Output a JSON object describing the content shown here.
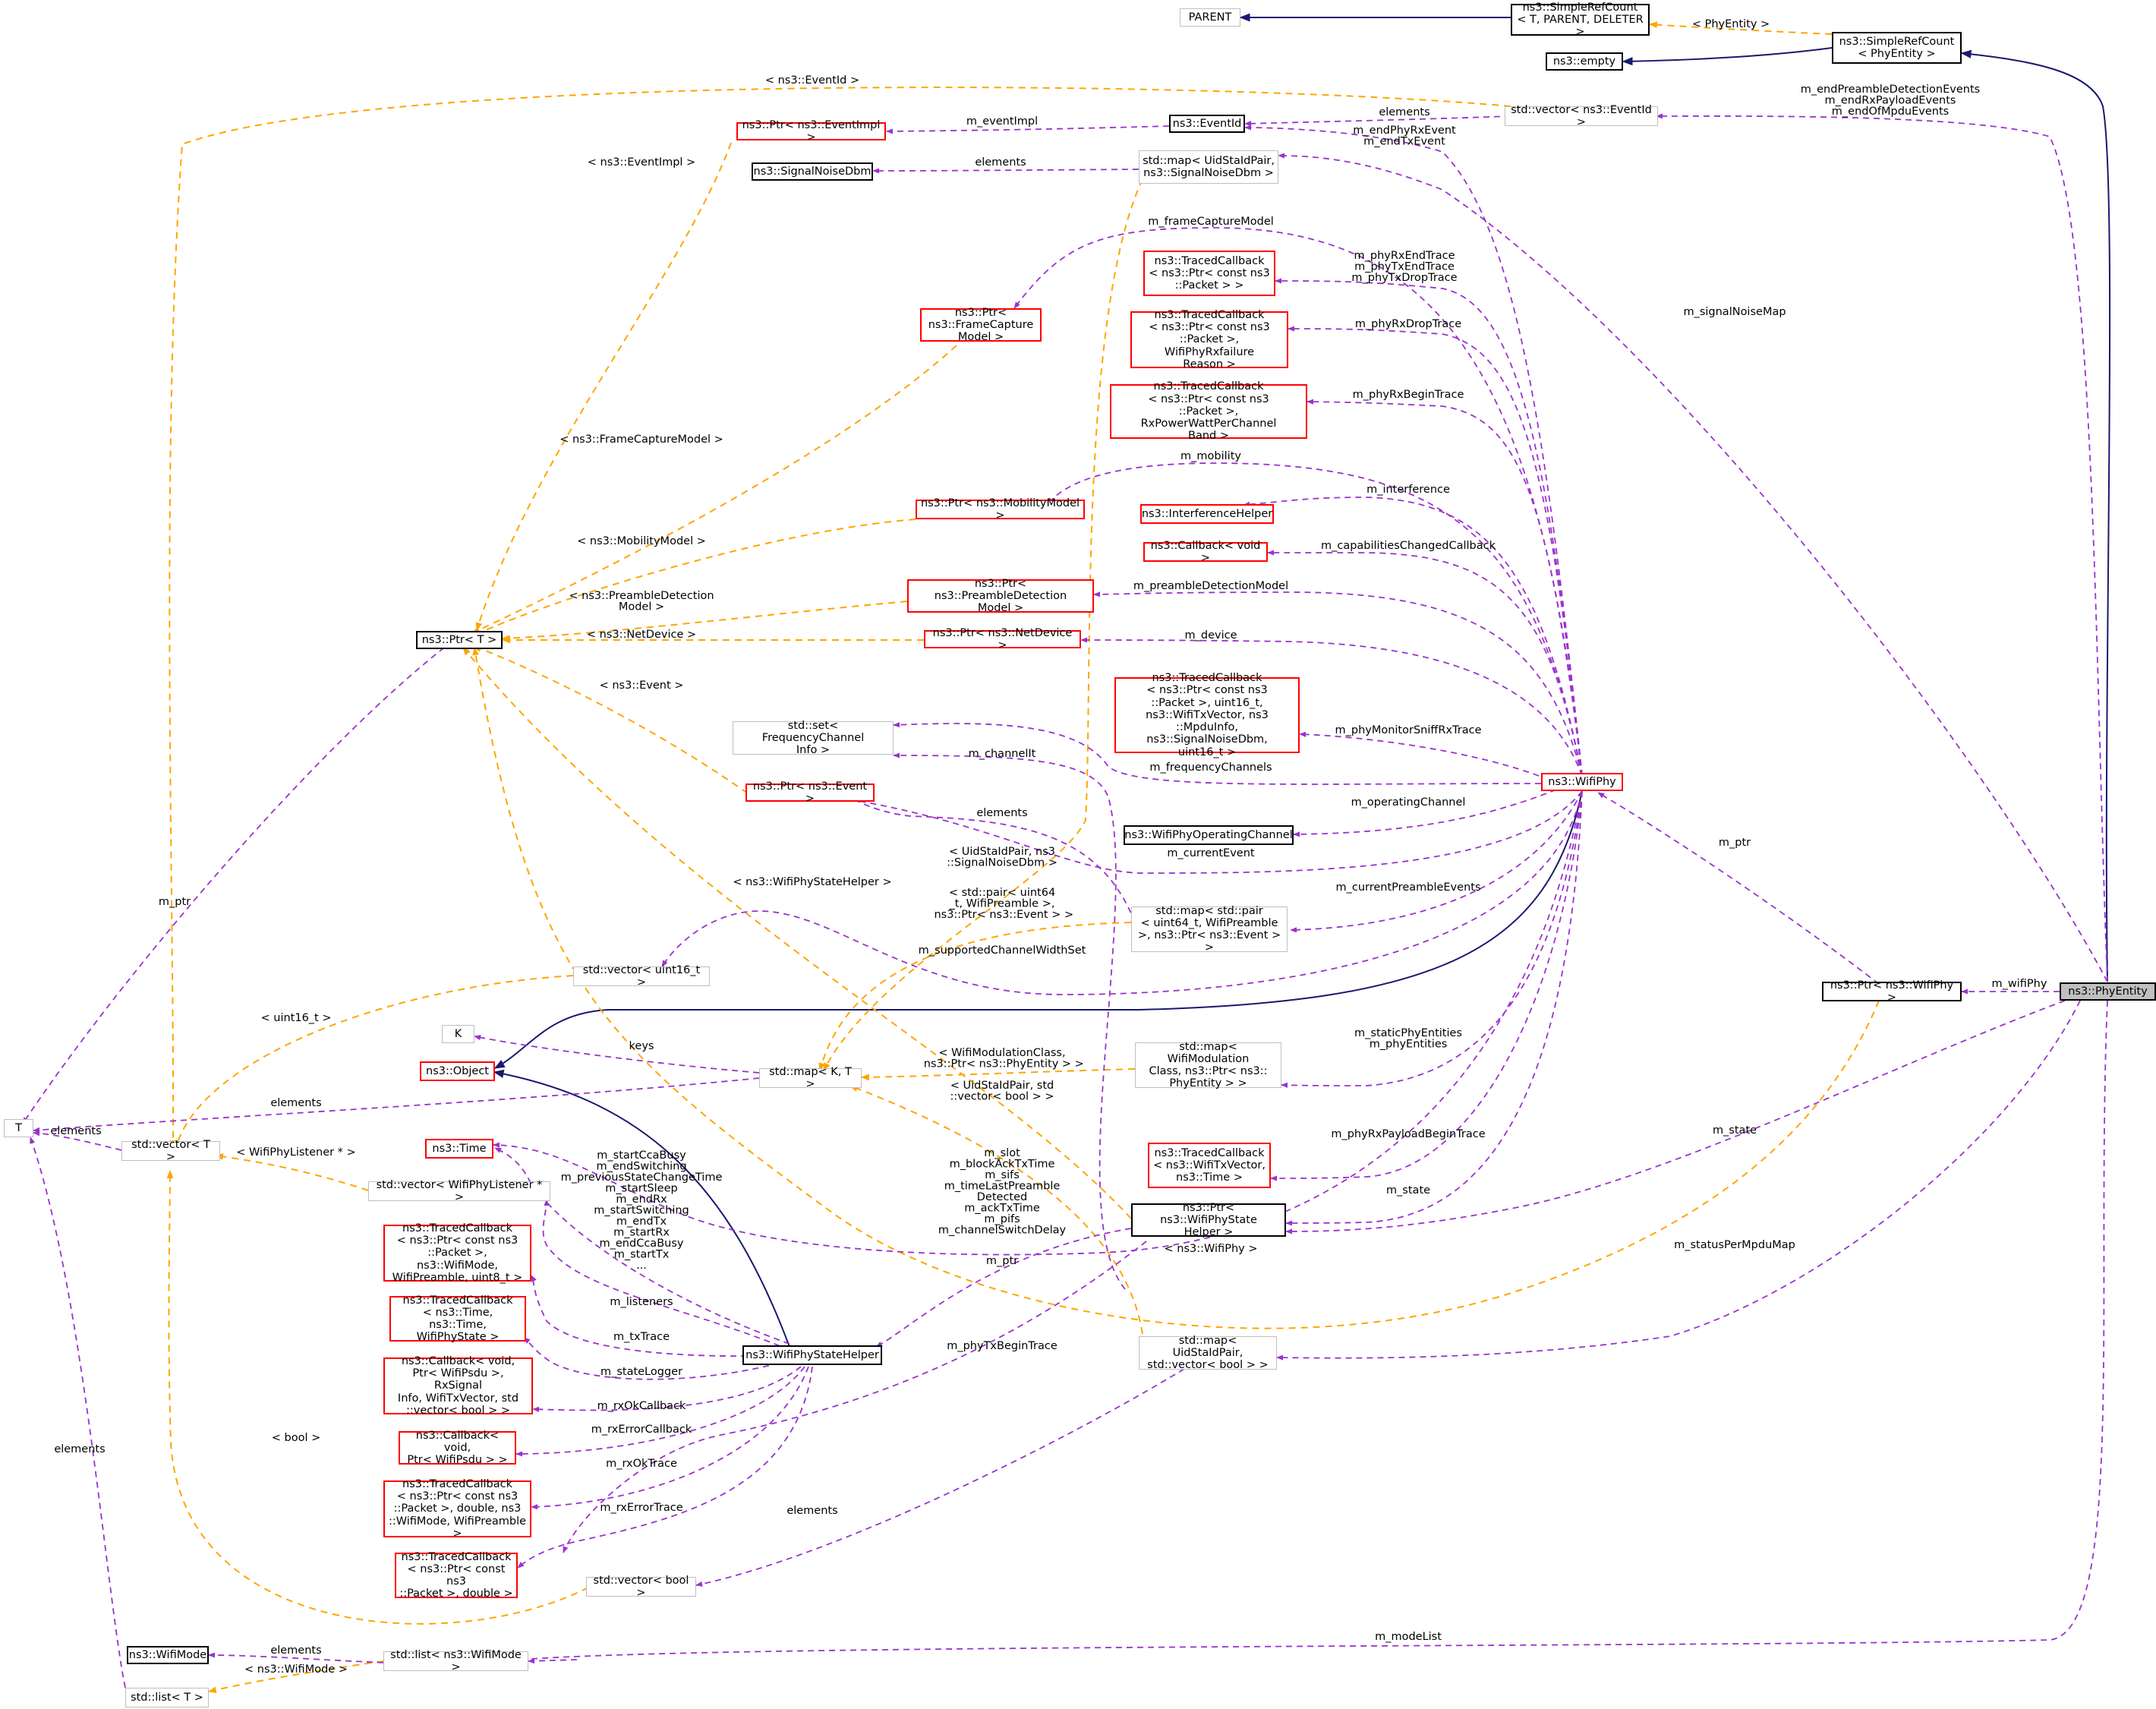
{
  "nodes": [
    {
      "id": "n_phyentity",
      "label": "ns3::PhyEntity",
      "style": "focus"
    },
    {
      "id": "n_src_phyentity",
      "label": "ns3::SimpleRefCount\n< PhyEntity >",
      "style": "black"
    },
    {
      "id": "n_src",
      "label": "ns3::SimpleRefCount\n< T, PARENT, DELETER >",
      "style": "black"
    },
    {
      "id": "n_parent",
      "label": "PARENT",
      "style": "gray"
    },
    {
      "id": "n_empty",
      "label": "ns3::empty",
      "style": "black"
    },
    {
      "id": "n_vec_eventid",
      "label": "std::vector< ns3::EventId >",
      "style": "gray"
    },
    {
      "id": "n_eventid",
      "label": "ns3::EventId",
      "style": "black"
    },
    {
      "id": "n_ptr_eventimpl",
      "label": "ns3::Ptr< ns3::EventImpl >",
      "style": "red"
    },
    {
      "id": "n_signalnoise",
      "label": "ns3::SignalNoiseDbm",
      "style": "black"
    },
    {
      "id": "n_map_snr",
      "label": "std::map< UidStaIdPair,\n ns3::SignalNoiseDbm >",
      "style": "gray"
    },
    {
      "id": "n_tc_rxend",
      "label": "ns3::TracedCallback\n< ns3::Ptr< const ns3\n::Packet > >",
      "style": "red"
    },
    {
      "id": "n_tc_rxfail",
      "label": "ns3::TracedCallback\n< ns3::Ptr< const ns3\n::Packet >, WifiPhyRxfailure\nReason >",
      "style": "red"
    },
    {
      "id": "n_ptr_framecap",
      "label": "ns3::Ptr< ns3::FrameCapture\nModel >",
      "style": "red"
    },
    {
      "id": "n_tc_rxbegin",
      "label": "ns3::TracedCallback\n< ns3::Ptr< const ns3\n::Packet >, RxPowerWattPerChannel\nBand >",
      "style": "red"
    },
    {
      "id": "n_ptr_mobility",
      "label": "ns3::Ptr< ns3::MobilityModel >",
      "style": "red"
    },
    {
      "id": "n_interf",
      "label": "ns3::InterferenceHelper",
      "style": "red"
    },
    {
      "id": "n_cb_void",
      "label": "ns3::Callback< void >",
      "style": "red"
    },
    {
      "id": "n_ptr_preamble",
      "label": "ns3::Ptr< ns3::PreambleDetection\nModel >",
      "style": "red"
    },
    {
      "id": "n_ptr_t",
      "label": "ns3::Ptr< T >",
      "style": "black"
    },
    {
      "id": "n_ptr_netdev",
      "label": "ns3::Ptr< ns3::NetDevice >",
      "style": "red"
    },
    {
      "id": "n_tc_monitor",
      "label": "ns3::TracedCallback\n< ns3::Ptr< const ns3\n::Packet >, uint16_t,\n ns3::WifiTxVector, ns3\n::MpduInfo, ns3::SignalNoiseDbm,\n uint16_t >",
      "style": "red"
    },
    {
      "id": "n_set_freq",
      "label": "std::set< FrequencyChannel\nInfo >",
      "style": "gray"
    },
    {
      "id": "n_wifiphy",
      "label": "ns3::WifiPhy",
      "style": "red"
    },
    {
      "id": "n_ptr_event",
      "label": "ns3::Ptr< ns3::Event >",
      "style": "red"
    },
    {
      "id": "n_opchannel",
      "label": "ns3::WifiPhyOperatingChannel",
      "style": "black"
    },
    {
      "id": "n_map_preamble",
      "label": "std::map< std::pair\n< uint64_t, WifiPreamble\n >, ns3::Ptr< ns3::Event > >",
      "style": "gray"
    },
    {
      "id": "n_vec_uint16",
      "label": "std::vector< uint16_t >",
      "style": "gray"
    },
    {
      "id": "n_ptr_wifiphy",
      "label": "ns3::Ptr< ns3::WifiPhy >",
      "style": "black"
    },
    {
      "id": "n_k",
      "label": "K",
      "style": "gray"
    },
    {
      "id": "n_object",
      "label": "ns3::Object",
      "style": "red"
    },
    {
      "id": "n_map_kt",
      "label": "std::map< K, T >",
      "style": "gray"
    },
    {
      "id": "n_map_mod",
      "label": "std::map< WifiModulation\nClass, ns3::Ptr< ns3::\nPhyEntity > >",
      "style": "gray"
    },
    {
      "id": "n_t",
      "label": "T",
      "style": "gray"
    },
    {
      "id": "n_vec_t",
      "label": "std::vector< T >",
      "style": "gray"
    },
    {
      "id": "n_time",
      "label": "ns3::Time",
      "style": "red"
    },
    {
      "id": "n_vec_listener",
      "label": "std::vector< WifiPhyListener * >",
      "style": "gray"
    },
    {
      "id": "n_tc_txvector",
      "label": "ns3::TracedCallback\n< ns3::WifiTxVector,\n ns3::Time >",
      "style": "red"
    },
    {
      "id": "n_ptr_statehelper",
      "label": "ns3::Ptr< ns3::WifiPhyState\nHelper >",
      "style": "black"
    },
    {
      "id": "n_tc_txtrace",
      "label": "ns3::TracedCallback\n< ns3::Ptr< const ns3\n::Packet >, ns3::WifiMode,\n WifiPreamble, uint8_t >",
      "style": "red"
    },
    {
      "id": "n_tc_statelog",
      "label": "ns3::TracedCallback\n< ns3::Time, ns3::Time,\n WifiPhyState >",
      "style": "red"
    },
    {
      "id": "n_statehelper",
      "label": "ns3::WifiPhyStateHelper",
      "style": "black"
    },
    {
      "id": "n_map_bool",
      "label": "std::map< UidStaIdPair,\n std::vector< bool > >",
      "style": "gray"
    },
    {
      "id": "n_cb_rxok",
      "label": "ns3::Callback< void,\n Ptr< WifiPsdu >, RxSignal\nInfo, WifiTxVector, std\n::vector< bool > >",
      "style": "red"
    },
    {
      "id": "n_cb_rxerr",
      "label": "ns3::Callback< void,\n Ptr< WifiPsdu > >",
      "style": "red"
    },
    {
      "id": "n_tc_rxok",
      "label": "ns3::TracedCallback\n< ns3::Ptr< const ns3\n::Packet >, double, ns3\n::WifiMode, WifiPreamble >",
      "style": "red"
    },
    {
      "id": "n_tc_rxerr",
      "label": "ns3::TracedCallback\n< ns3::Ptr< const ns3\n::Packet >, double >",
      "style": "red"
    },
    {
      "id": "n_vec_bool",
      "label": "std::vector< bool >",
      "style": "gray"
    },
    {
      "id": "n_wifimode",
      "label": "ns3::WifiMode",
      "style": "black"
    },
    {
      "id": "n_list_mode",
      "label": "std::list< ns3::WifiMode >",
      "style": "gray"
    },
    {
      "id": "n_list_t",
      "label": "std::list< T >",
      "style": "gray"
    }
  ],
  "edge_labels": [
    {
      "id": "l_phyentity_tmpl",
      "text": "< PhyEntity >"
    },
    {
      "id": "l_eventid_tmpl",
      "text": "< ns3::EventId >"
    },
    {
      "id": "l_elements_eventid",
      "text": "elements"
    },
    {
      "id": "l_endevents",
      "text": "m_endPreambleDetectionEvents\nm_endRxPayloadEvents\nm_endOfMpduEvents"
    },
    {
      "id": "l_eventimpl",
      "text": "m_eventImpl"
    },
    {
      "id": "l_eventimpl_tmpl",
      "text": "< ns3::EventImpl >"
    },
    {
      "id": "l_elements_snr",
      "text": "elements"
    },
    {
      "id": "l_endphy",
      "text": "m_endPhyRxEvent\nm_endTxEvent"
    },
    {
      "id": "l_framecapture",
      "text": "m_frameCaptureModel"
    },
    {
      "id": "l_phyrxend",
      "text": "m_phyRxEndTrace\nm_phyTxEndTrace\nm_phyTxDropTrace"
    },
    {
      "id": "l_signalnoisemap",
      "text": "m_signalNoiseMap"
    },
    {
      "id": "l_phyrxdrop",
      "text": "m_phyRxDropTrace"
    },
    {
      "id": "l_phyrxbegin",
      "text": "m_phyRxBeginTrace"
    },
    {
      "id": "l_framecap_tmpl",
      "text": "< ns3::FrameCaptureModel >"
    },
    {
      "id": "l_mobility",
      "text": "m_mobility"
    },
    {
      "id": "l_interference",
      "text": "m_interference"
    },
    {
      "id": "l_mobility_tmpl",
      "text": "< ns3::MobilityModel >"
    },
    {
      "id": "l_capchanged",
      "text": "m_capabilitiesChangedCallback"
    },
    {
      "id": "l_preamble_tmpl",
      "text": "< ns3::PreambleDetection\nModel >"
    },
    {
      "id": "l_preamblemodel",
      "text": "m_preambleDetectionModel"
    },
    {
      "id": "l_netdev_tmpl",
      "text": "< ns3::NetDevice >"
    },
    {
      "id": "l_device",
      "text": "m_device"
    },
    {
      "id": "l_event_tmpl",
      "text": "< ns3::Event >"
    },
    {
      "id": "l_monitor",
      "text": "m_phyMonitorSniffRxTrace"
    },
    {
      "id": "l_channelit",
      "text": "m_channelIt"
    },
    {
      "id": "l_freqchannels",
      "text": "m_frequencyChannels"
    },
    {
      "id": "l_opchannel",
      "text": "m_operatingChannel"
    },
    {
      "id": "l_elements_event",
      "text": "elements"
    },
    {
      "id": "l_mptr_wifiphy",
      "text": "m_ptr"
    },
    {
      "id": "l_pair_tmpl",
      "text": "< UidStaIdPair, ns3\n::SignalNoiseDbm >"
    },
    {
      "id": "l_currentevent",
      "text": "m_currentEvent"
    },
    {
      "id": "l_statehelper_tmpl",
      "text": "< ns3::WifiPhyStateHelper >"
    },
    {
      "id": "l_pairpreamble_tmpl",
      "text": "< std::pair< uint64\n_t, WifiPreamble >,\n ns3::Ptr< ns3::Event > >"
    },
    {
      "id": "l_currentpreamble",
      "text": "m_currentPreambleEvents"
    },
    {
      "id": "l_supportedwidth",
      "text": "m_supportedChannelWidthSet"
    },
    {
      "id": "l_wifiphy",
      "text": "m_wifiPhy"
    },
    {
      "id": "l_uint16_tmpl",
      "text": "< uint16_t >"
    },
    {
      "id": "l_keys",
      "text": "keys"
    },
    {
      "id": "l_staticphy",
      "text": "m_staticPhyEntities\nm_phyEntities"
    },
    {
      "id": "l_modclass_tmpl",
      "text": "< WifiModulationClass,\n ns3::Ptr< ns3::PhyEntity > >"
    },
    {
      "id": "l_boolvec_tmpl",
      "text": "< UidStaIdPair, std\n::vector< bool > >"
    },
    {
      "id": "l_elements_t_map",
      "text": "elements"
    },
    {
      "id": "l_elements_t_vec",
      "text": "elements"
    },
    {
      "id": "l_listener_tmpl",
      "text": "< WifiPhyListener * >"
    },
    {
      "id": "l_mptr_t",
      "text": "m_ptr"
    },
    {
      "id": "l_times",
      "text": "m_startCcaBusy\nm_endSwitching\nm_previousStateChangeTime\nm_startSleep\nm_endRx\nm_startSwitching\nm_endTx\nm_startRx\nm_endCcaBusy\nm_startTx\n..."
    },
    {
      "id": "l_timesconst",
      "text": "m_slot\nm_blockAckTxTime\nm_sifs\nm_timeLastPreamble\nDetected\nm_ackTxTime\nm_pifs\nm_channelSwitchDelay"
    },
    {
      "id": "l_payloadbegin",
      "text": "m_phyRxPayloadBeginTrace"
    },
    {
      "id": "l_state_phyentity",
      "text": "m_state"
    },
    {
      "id": "l_state_wifiphy",
      "text": "m_state"
    },
    {
      "id": "l_wifiphy_tmpl",
      "text": "< ns3::WifiPhy >"
    },
    {
      "id": "l_statusmpdu",
      "text": "m_statusPerMpduMap"
    },
    {
      "id": "l_mptr_statehelper",
      "text": "m_ptr"
    },
    {
      "id": "l_listeners",
      "text": "m_listeners"
    },
    {
      "id": "l_txtrace",
      "text": "m_txTrace"
    },
    {
      "id": "l_statelogger",
      "text": "m_stateLogger"
    },
    {
      "id": "l_txbegin",
      "text": "m_phyTxBeginTrace"
    },
    {
      "id": "l_rxokcb",
      "text": "m_rxOkCallback"
    },
    {
      "id": "l_bool_tmpl",
      "text": "< bool >"
    },
    {
      "id": "l_rxerrcb",
      "text": "m_rxErrorCallback"
    },
    {
      "id": "l_rxoktrace",
      "text": "m_rxOkTrace"
    },
    {
      "id": "l_rxerrtrace",
      "text": "m_rxErrorTrace"
    },
    {
      "id": "l_elements_bool",
      "text": "elements"
    },
    {
      "id": "l_elements_list",
      "text": "elements"
    },
    {
      "id": "l_modelist",
      "text": "m_modeList"
    },
    {
      "id": "l_wifimode_tmpl",
      "text": "< ns3::WifiMode >"
    },
    {
      "id": "l_elements_listt",
      "text": "elements"
    }
  ],
  "colors": {
    "inheritance": "#191970",
    "usage": "#9a32cd",
    "template": "#ffa500",
    "red_border": "#ff0000",
    "gray_border": "#bfbfbf",
    "focus_fill": "#bfbfbf"
  }
}
